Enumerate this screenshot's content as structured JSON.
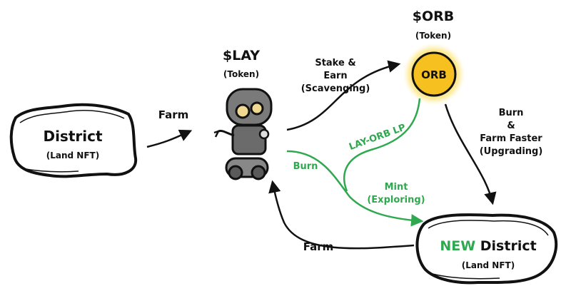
{
  "nodes": {
    "district": {
      "title": "District",
      "subtitle": "(Land NFT)"
    },
    "lay": {
      "title": "$LAY",
      "subtitle": "(Token)"
    },
    "orb": {
      "title": "$ORB",
      "subtitle": "(Token)",
      "coin_label": "ORB"
    },
    "new_district": {
      "title_highlight": "NEW",
      "title_rest": " District",
      "subtitle": "(Land NFT)"
    }
  },
  "edges": {
    "farm_top": "Farm",
    "stake_earn": [
      "Stake &",
      "Earn",
      "(Scavenging)"
    ],
    "lp": "LAY-ORB LP",
    "burn_green": "Burn",
    "mint": [
      "Mint",
      "(Exploring)"
    ],
    "burn_upgrade": [
      "Burn",
      "&",
      "Farm Faster",
      "(Upgrading)"
    ],
    "farm_bottom": "Farm"
  },
  "colors": {
    "ink": "#111111",
    "green": "#2fa84f",
    "coin_fill": "#f6c021",
    "coin_glow": "#ffe680",
    "robot_body": "#6b6b6b",
    "robot_eye": "#f0d890"
  }
}
